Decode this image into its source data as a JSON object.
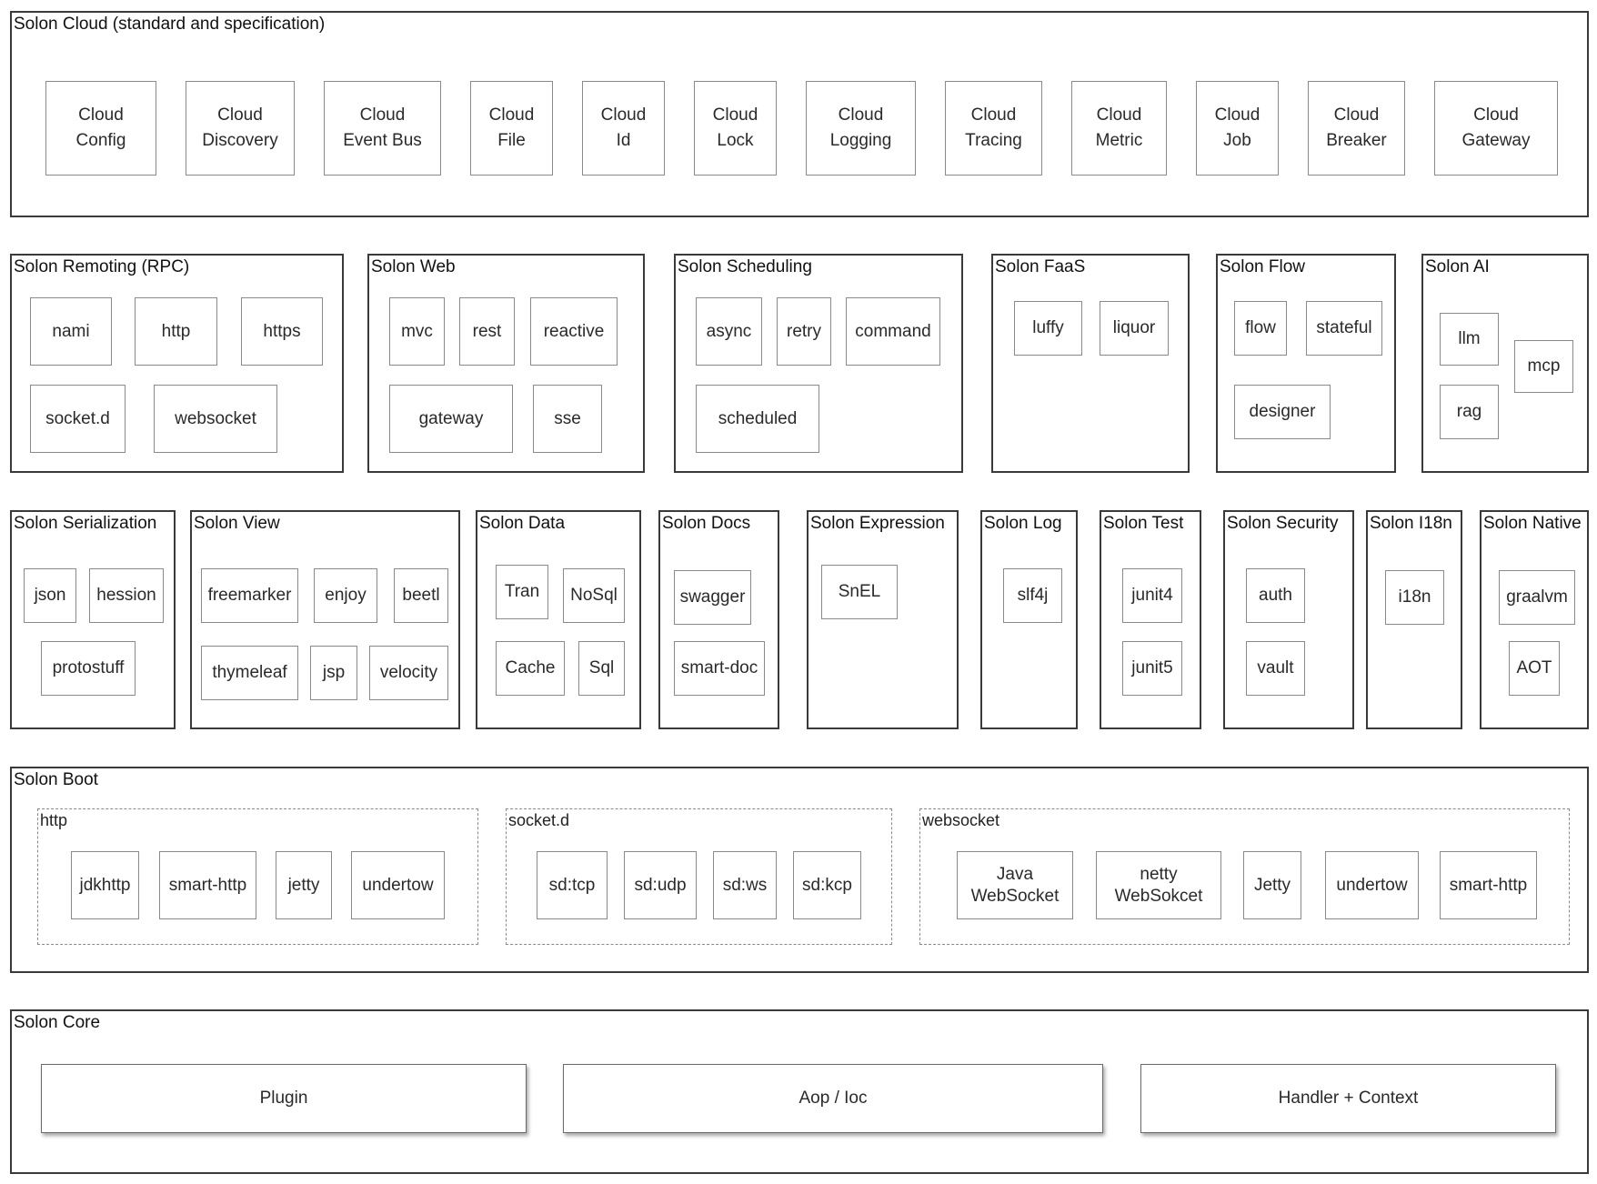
{
  "cloud": {
    "title": "Solon Cloud (standard and specification)",
    "items": [
      "Cloud\nConfig",
      "Cloud\nDiscovery",
      "Cloud\nEvent Bus",
      "Cloud\nFile",
      "Cloud\nId",
      "Cloud\nLock",
      "Cloud\nLogging",
      "Cloud\nTracing",
      "Cloud\nMetric",
      "Cloud\nJob",
      "Cloud\nBreaker",
      "Cloud\nGateway"
    ]
  },
  "remoting": {
    "title": "Solon Remoting (RPC)",
    "items": [
      "nami",
      "http",
      "https",
      "socket.d",
      "websocket"
    ]
  },
  "web": {
    "title": "Solon Web",
    "items": [
      "mvc",
      "rest",
      "reactive",
      "gateway",
      "sse"
    ]
  },
  "scheduling": {
    "title": "Solon Scheduling",
    "items": [
      "async",
      "retry",
      "command",
      "scheduled"
    ]
  },
  "faas": {
    "title": "Solon FaaS",
    "items": [
      "luffy",
      "liquor"
    ]
  },
  "flow": {
    "title": "Solon Flow",
    "items": [
      "flow",
      "stateful",
      "designer"
    ]
  },
  "ai": {
    "title": "Solon AI",
    "items": [
      "llm",
      "mcp",
      "rag"
    ]
  },
  "serialization": {
    "title": "Solon Serialization",
    "items": [
      "json",
      "hession",
      "protostuff"
    ]
  },
  "view": {
    "title": "Solon View",
    "items": [
      "freemarker",
      "enjoy",
      "beetl",
      "thymeleaf",
      "jsp",
      "velocity"
    ]
  },
  "data": {
    "title": "Solon Data",
    "items": [
      "Tran",
      "NoSql",
      "Cache",
      "Sql"
    ]
  },
  "docs": {
    "title": "Solon Docs",
    "items": [
      "swagger",
      "smart-doc"
    ]
  },
  "expression": {
    "title": "Solon Expression",
    "items": [
      "SnEL"
    ]
  },
  "log": {
    "title": "Solon Log",
    "items": [
      "slf4j"
    ]
  },
  "test": {
    "title": "Solon Test",
    "items": [
      "junit4",
      "junit5"
    ]
  },
  "security": {
    "title": "Solon Security",
    "items": [
      "auth",
      "vault"
    ]
  },
  "i18n": {
    "title": "Solon I18n",
    "items": [
      "i18n"
    ]
  },
  "native": {
    "title": "Solon Native",
    "items": [
      "graalvm",
      "AOT"
    ]
  },
  "boot": {
    "title": "Solon Boot",
    "http": {
      "title": "http",
      "items": [
        "jdkhttp",
        "smart-http",
        "jetty",
        "undertow"
      ]
    },
    "socketd": {
      "title": "socket.d",
      "items": [
        "sd:tcp",
        "sd:udp",
        "sd:ws",
        "sd:kcp"
      ]
    },
    "websocket": {
      "title": "websocket",
      "items": [
        "Java\nWebSocket",
        "netty\nWebSokcet",
        "Jetty",
        "undertow",
        "smart-http"
      ]
    }
  },
  "core": {
    "title": "Solon Core",
    "items": [
      "Plugin",
      "Aop / Ioc",
      "Handler + Context"
    ]
  }
}
